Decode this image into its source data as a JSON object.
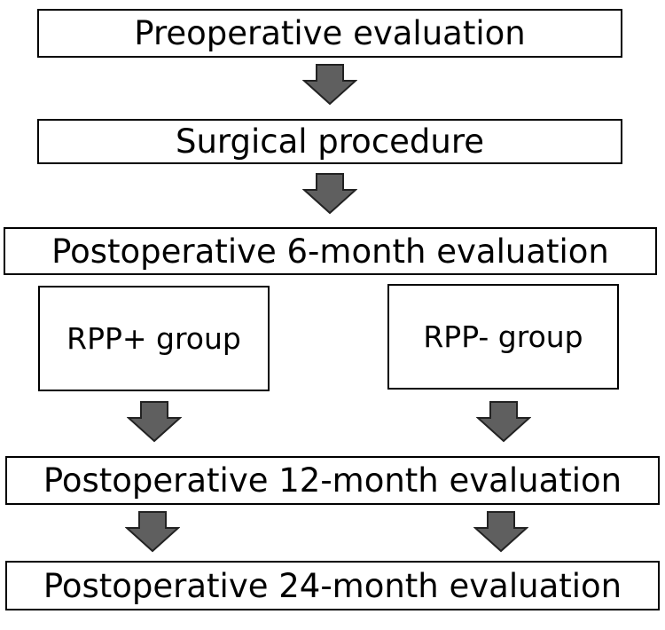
{
  "flowchart": {
    "preoperative": "Preoperative evaluation",
    "surgical": "Surgical procedure",
    "post_6m": "Postoperative 6-month evaluation",
    "rpp_plus": "RPP+ group",
    "rpp_minus": "RPP- group",
    "post_12m": "Postoperative 12-month evaluation",
    "post_24m": "Postoperative 24-month evaluation"
  },
  "colors": {
    "arrow_fill": "#5f5f5f",
    "arrow_stroke": "#222222",
    "box_border": "#000000"
  },
  "icons": {
    "arrow": "down-arrow-icon"
  }
}
